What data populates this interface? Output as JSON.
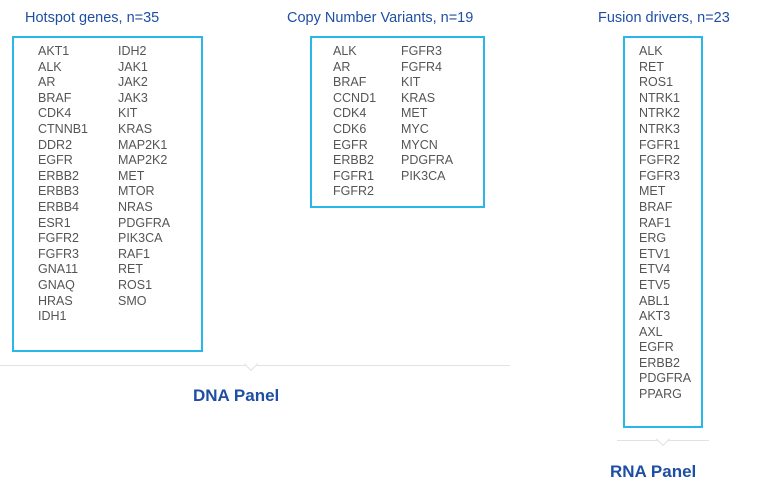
{
  "hotspot": {
    "title": "Hotspot genes, n=35",
    "col1": [
      "AKT1",
      "ALK",
      "AR",
      "BRAF",
      "CDK4",
      "CTNNB1",
      "DDR2",
      "EGFR",
      "ERBB2",
      "ERBB3",
      "ERBB4",
      "ESR1",
      "FGFR2",
      "FGFR3",
      "GNA11",
      "GNAQ",
      "HRAS",
      "IDH1"
    ],
    "col2": [
      "IDH2",
      "JAK1",
      "JAK2",
      "JAK3",
      "KIT",
      "KRAS",
      "MAP2K1",
      "MAP2K2",
      "MET",
      "MTOR",
      "NRAS",
      "PDGFRA",
      "PIK3CA",
      "RAF1",
      "RET",
      "ROS1",
      "SMO"
    ]
  },
  "cnv": {
    "title": "Copy Number Variants, n=19",
    "col1": [
      "ALK",
      "AR",
      "BRAF",
      "CCND1",
      "CDK4",
      "CDK6",
      "EGFR",
      "ERBB2",
      "FGFR1",
      "FGFR2"
    ],
    "col2": [
      "FGFR3",
      "FGFR4",
      "KIT",
      "KRAS",
      "MET",
      "MYC",
      "MYCN",
      "PDGFRA",
      "PIK3CA"
    ]
  },
  "fusion": {
    "title": "Fusion drivers, n=23",
    "col1": [
      "ALK",
      "RET",
      "ROS1",
      "NTRK1",
      "NTRK2",
      "NTRK3",
      "FGFR1",
      "FGFR2",
      "FGFR3",
      "MET",
      "BRAF",
      "RAF1",
      "ERG",
      "ETV1",
      "ETV4",
      "ETV5",
      "ABL1",
      "AKT3",
      "AXL",
      "EGFR",
      "ERBB2",
      "PDGFRA",
      "PPARG"
    ]
  },
  "panels": {
    "dna": "DNA Panel",
    "rna": "RNA Panel"
  },
  "colors": {
    "border": "#29b6e8",
    "title": "#1f4fa3",
    "gene_text": "#555555"
  }
}
